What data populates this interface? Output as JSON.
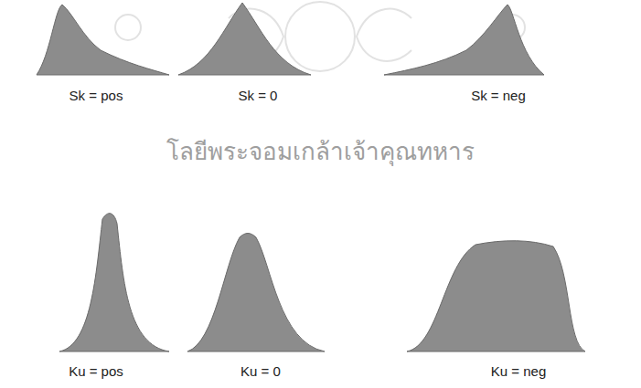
{
  "diagram": {
    "labels": [
      "Sk = pos",
      "Sk = 0",
      "Sk = neg",
      "Ku = pos",
      "Ku = 0",
      "Ku = neg",
      "โลยีพระจอมเกล้าเจ้าคุณทหาร"
    ]
  }
}
